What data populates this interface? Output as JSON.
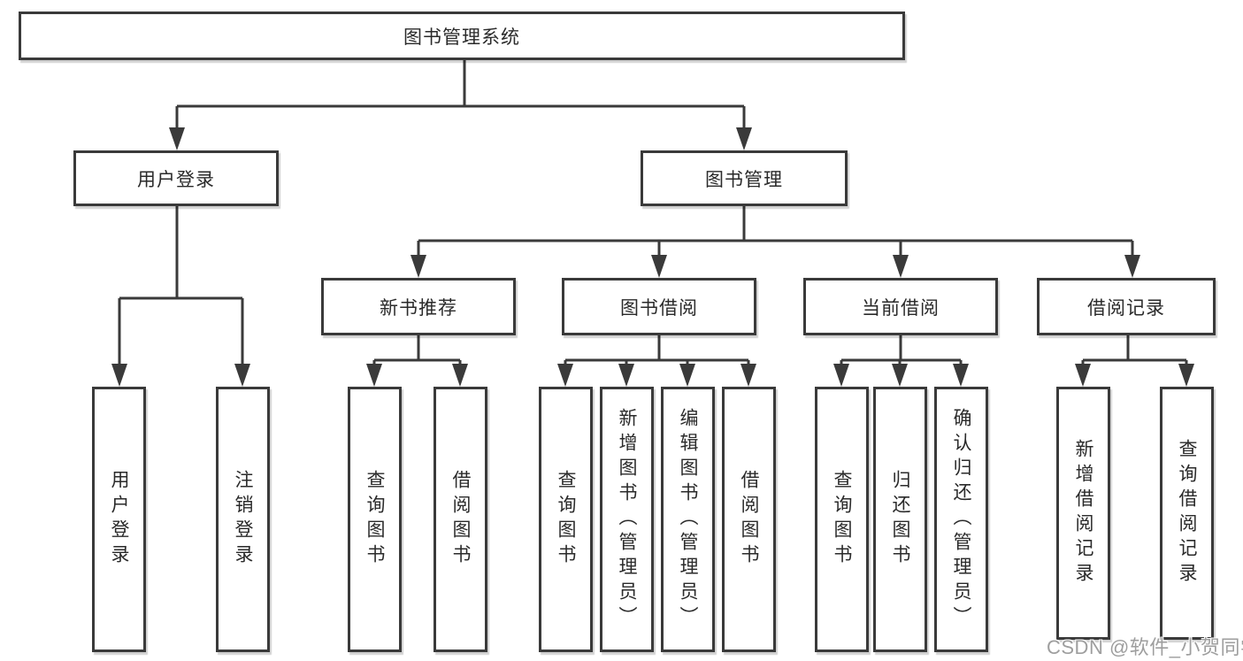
{
  "tree": {
    "root": {
      "label": "图书管理系统"
    },
    "children": [
      {
        "label": "用户登录",
        "children": [
          {
            "label": "用户登录"
          },
          {
            "label": "注销登录"
          }
        ]
      },
      {
        "label": "图书管理",
        "children": [
          {
            "label": "新书推荐",
            "children": [
              {
                "label": "查询图书"
              },
              {
                "label": "借阅图书"
              }
            ]
          },
          {
            "label": "图书借阅",
            "children": [
              {
                "label": "查询图书"
              },
              {
                "label": "新增图书（管理员）"
              },
              {
                "label": "编辑图书（管理员）"
              },
              {
                "label": "借阅图书"
              }
            ]
          },
          {
            "label": "当前借阅",
            "children": [
              {
                "label": "查询图书"
              },
              {
                "label": "归还图书"
              },
              {
                "label": "确认归还（管理员）"
              }
            ]
          },
          {
            "label": "借阅记录",
            "children": [
              {
                "label": "新增借阅记录"
              },
              {
                "label": "查询借阅记录"
              }
            ]
          }
        ]
      }
    ]
  },
  "watermark": "CSDN @软件_小贺同学",
  "colors": {
    "line": "#3a3a3a",
    "box_border": "#3a3a3a",
    "text": "#2a2a2a",
    "watermark_text": "#9e9e9e",
    "background": "#ffffff"
  }
}
